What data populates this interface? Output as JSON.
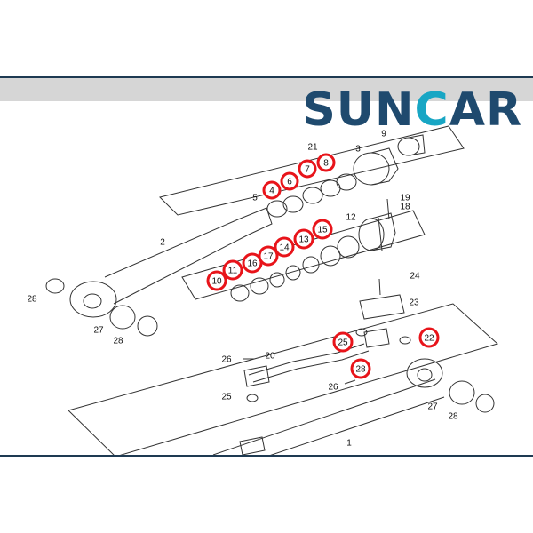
{
  "brand": {
    "logo_text": "SUNCAR",
    "primary_color": "#1f4a6e",
    "accent_color": "#18a6c4"
  },
  "diagram": {
    "highlight_color": "#e8141a",
    "part_labels": [
      {
        "id": "p1",
        "text": "1",
        "highlighted": false
      },
      {
        "id": "p2",
        "text": "2",
        "highlighted": false
      },
      {
        "id": "p3",
        "text": "3",
        "highlighted": false
      },
      {
        "id": "p4",
        "text": "4",
        "highlighted": true
      },
      {
        "id": "p5",
        "text": "5",
        "highlighted": false
      },
      {
        "id": "p6",
        "text": "6",
        "highlighted": true
      },
      {
        "id": "p7",
        "text": "7",
        "highlighted": true
      },
      {
        "id": "p8",
        "text": "8",
        "highlighted": true
      },
      {
        "id": "p9",
        "text": "9",
        "highlighted": false
      },
      {
        "id": "p10",
        "text": "10",
        "highlighted": true
      },
      {
        "id": "p11",
        "text": "11",
        "highlighted": true
      },
      {
        "id": "p12",
        "text": "12",
        "highlighted": false
      },
      {
        "id": "p13",
        "text": "13",
        "highlighted": true
      },
      {
        "id": "p14",
        "text": "14",
        "highlighted": true
      },
      {
        "id": "p15",
        "text": "15",
        "highlighted": true
      },
      {
        "id": "p16",
        "text": "16",
        "highlighted": true
      },
      {
        "id": "p17",
        "text": "17",
        "highlighted": true
      },
      {
        "id": "p18",
        "text": "18",
        "highlighted": false
      },
      {
        "id": "p19",
        "text": "19",
        "highlighted": false
      },
      {
        "id": "p20",
        "text": "20",
        "highlighted": false
      },
      {
        "id": "p21",
        "text": "21",
        "highlighted": false
      },
      {
        "id": "p22",
        "text": "22",
        "highlighted": true
      },
      {
        "id": "p23",
        "text": "23",
        "highlighted": false
      },
      {
        "id": "p24",
        "text": "24",
        "highlighted": false
      },
      {
        "id": "p25a",
        "text": "25",
        "highlighted": true
      },
      {
        "id": "p25b",
        "text": "25",
        "highlighted": false
      },
      {
        "id": "p26a",
        "text": "26",
        "highlighted": false
      },
      {
        "id": "p26b",
        "text": "26",
        "highlighted": false
      },
      {
        "id": "p27a",
        "text": "27",
        "highlighted": false
      },
      {
        "id": "p27b",
        "text": "27",
        "highlighted": false
      },
      {
        "id": "p28a",
        "text": "28",
        "highlighted": false
      },
      {
        "id": "p28b",
        "text": "28",
        "highlighted": false
      },
      {
        "id": "p28c",
        "text": "28",
        "highlighted": true
      },
      {
        "id": "p28d",
        "text": "28",
        "highlighted": false
      }
    ]
  }
}
